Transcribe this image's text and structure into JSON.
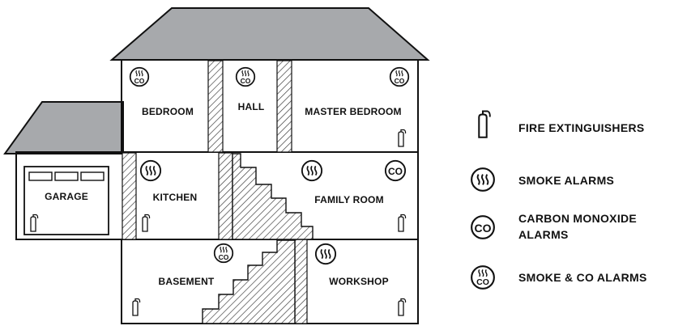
{
  "rooms": {
    "bedroom": "BEDROOM",
    "hall": "HALL",
    "master_bedroom": "MASTER BEDROOM",
    "garage": "GARAGE",
    "kitchen": "KITCHEN",
    "family_room": "FAMILY ROOM",
    "basement": "BASEMENT",
    "workshop": "WORKSHOP"
  },
  "legend": {
    "fire_extinguishers": "FIRE EXTINGUISHERS",
    "smoke_alarms": "SMOKE ALARMS",
    "co_alarms_line1": "CARBON MONOXIDE",
    "co_alarms_line2": "ALARMS",
    "smoke_co_alarms": "SMOKE & CO ALARMS"
  },
  "icons": {
    "co_text": "CO",
    "fire_extinguisher": "fire-extinguisher-icon",
    "smoke_alarm": "smoke-alarm-icon",
    "co_alarm": "co-alarm-icon",
    "smoke_co_alarm": "smoke-co-alarm-icon"
  },
  "colors": {
    "roof": "#a7a9ac",
    "outline": "#111111",
    "hatch": "#333333",
    "background": "#ffffff"
  }
}
